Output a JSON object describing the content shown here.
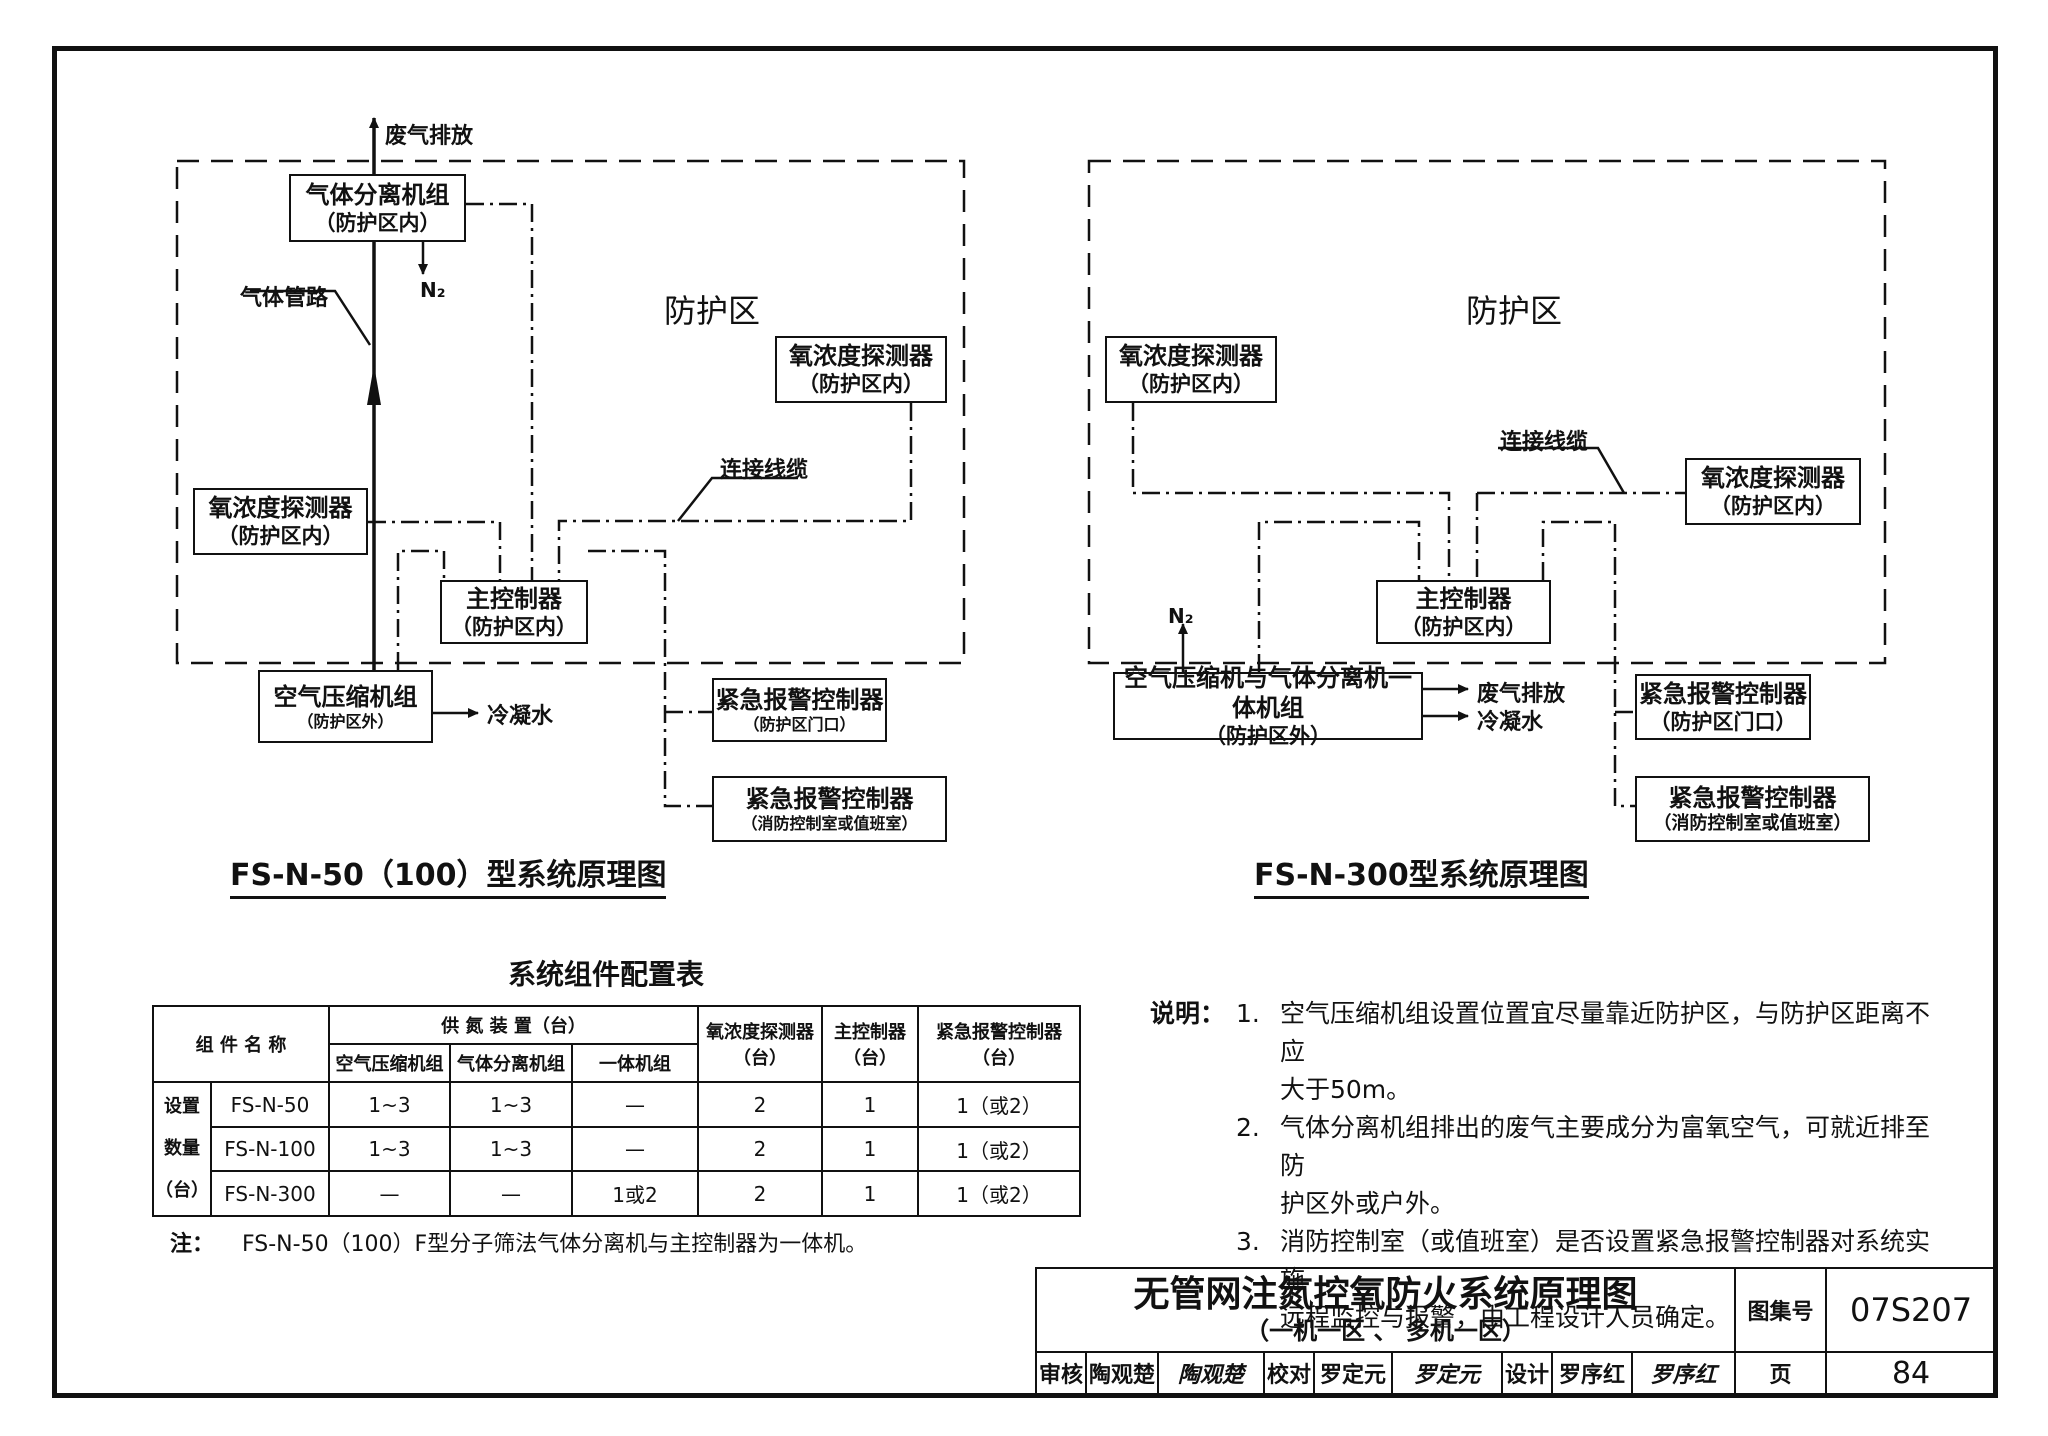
{
  "left_diagram": {
    "zone_label": "防护区",
    "exhaust_label": "废气排放",
    "n2_label": "N₂",
    "pipe_label": "气体管路",
    "cable_label": "连接线缆",
    "condensate_label": "冷凝水",
    "separator": {
      "title": "气体分离机组",
      "sub": "（防护区内）"
    },
    "detector_right": {
      "title": "氧浓度探测器",
      "sub": "（防护区内）"
    },
    "detector_left": {
      "title": "氧浓度探测器",
      "sub": "（防护区内）"
    },
    "controller": {
      "title": "主控制器",
      "sub": "（防护区内）"
    },
    "compressor": {
      "title": "空气压缩机组",
      "sub": "（防护区外）"
    },
    "alarm_door": {
      "title": "紧急报警控制器",
      "sub": "（防护区门口）"
    },
    "alarm_room": {
      "title": "紧急报警控制器",
      "sub": "（消防控制室或值班室）"
    },
    "caption": "FS-N-50（100）型系统原理图"
  },
  "right_diagram": {
    "zone_label": "防护区",
    "n2_label": "N₂",
    "cable_label": "连接线缆",
    "exhaust_label": "废气排放",
    "condensate_label": "冷凝水",
    "detector_left": {
      "title": "氧浓度探测器",
      "sub": "（防护区内）"
    },
    "detector_right": {
      "title": "氧浓度探测器",
      "sub": "（防护区内）"
    },
    "controller": {
      "title": "主控制器",
      "sub": "（防护区内）"
    },
    "unit": {
      "title": "空气压缩机与气体分离机一体机组",
      "sub": "（防护区外）"
    },
    "alarm_door": {
      "title": "紧急报警控制器",
      "sub": "（防护区门口）"
    },
    "alarm_room": {
      "title": "紧急报警控制器",
      "sub": "（消防控制室或值班室）"
    },
    "caption": "FS-N-300型系统原理图"
  },
  "config_table": {
    "title": "系统组件配置表",
    "header_name": "组 件 名 称",
    "header_supply": "供 氮 装 置（台）",
    "sub_compressor": "空气压缩机组",
    "sub_separator": "气体分离机组",
    "sub_integrated": "一体机组",
    "header_detector": "氧浓度探测器",
    "header_controller": "主控制器",
    "header_alarm": "紧急报警控制器",
    "unit": "（台）",
    "row_group": [
      "设置",
      "数量",
      "（台）"
    ],
    "rows": [
      {
        "model": "FS-N-50",
        "compressor": "1~3",
        "separator": "1~3",
        "integrated": "—",
        "detector": "2",
        "controller": "1",
        "alarm": "1（或2）"
      },
      {
        "model": "FS-N-100",
        "compressor": "1~3",
        "separator": "1~3",
        "integrated": "—",
        "detector": "2",
        "controller": "1",
        "alarm": "1（或2）"
      },
      {
        "model": "FS-N-300",
        "compressor": "—",
        "separator": "—",
        "integrated": "1或2",
        "detector": "2",
        "controller": "1",
        "alarm": "1（或2）"
      }
    ],
    "note_label": "注：",
    "note_text": "FS-N-50（100）F型分子筛法气体分离机与主控制器为一体机。"
  },
  "explanation": {
    "heading": "说明：",
    "items": [
      {
        "num": "1.",
        "text": "空气压缩机组设置位置宜尽量靠近防护区，与防护区距离不应",
        "cont": "大于50m。"
      },
      {
        "num": "2.",
        "text": "气体分离机组排出的废气主要成分为富氧空气，可就近排至防",
        "cont": "护区外或户外。"
      },
      {
        "num": "3.",
        "text": "消防控制室（或值班室）是否设置紧急报警控制器对系统实施",
        "cont": "远程监控与报警，由工程设计人员确定。"
      }
    ]
  },
  "title_block": {
    "title": "无管网注氮控氧防火系统原理图",
    "subtitle": "（一机一区 、 多机一区）",
    "atlas_label": "图集号",
    "atlas_no": "07S207",
    "review_label": "审核",
    "reviewer": "陶观楚",
    "reviewer_sig": "陶观楚",
    "check_label": "校对",
    "checker": "罗定元",
    "checker_sig": "罗定元",
    "design_label": "设计",
    "designer": "罗序红",
    "designer_sig": "罗序红",
    "page_label": "页",
    "page_no": "84"
  }
}
